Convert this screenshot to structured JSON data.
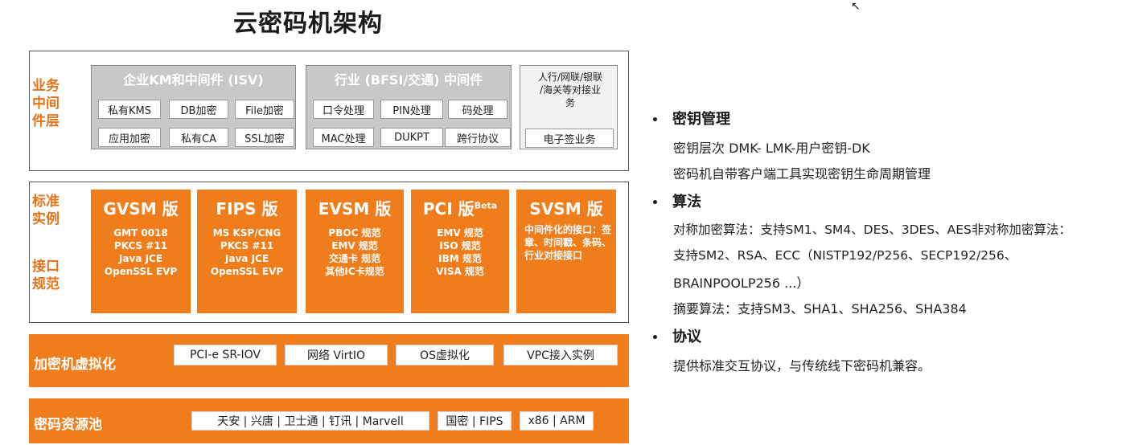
{
  "title": "云密码机架构",
  "middleware_layer": {
    "label_lines": [
      "业务",
      "中间",
      "件层"
    ],
    "groups": [
      {
        "title": "企业KM和中间件 (ISV)",
        "chips": [
          "私有KMS",
          "DB加密",
          "File加密",
          "应用加密",
          "私有CA",
          "SSL加密"
        ]
      },
      {
        "title": "行业 (BFSI/交通) 中间件",
        "chips": [
          "口令处理",
          "PIN处理",
          "码处理",
          "MAC处理",
          "DUKPT",
          "跨行协议"
        ]
      },
      {
        "title_lines": [
          "人行/网联/银联",
          "/海关等对接业",
          "务"
        ],
        "chip": "电子签业务"
      }
    ]
  },
  "standard_layer": {
    "label_top": [
      "标准",
      "实例"
    ],
    "label_bottom": [
      "接口",
      "规范"
    ],
    "versions": [
      {
        "title": "GVSM 版",
        "lines": [
          "GMT 0018",
          "PKCS #11",
          "Java JCE",
          "OpenSSL EVP"
        ]
      },
      {
        "title": "FIPS 版",
        "lines": [
          "MS KSP/CNG",
          "PKCS #11",
          "Java JCE",
          "OpenSSL EVP"
        ]
      },
      {
        "title": "EVSM 版",
        "lines": [
          "PBOC 规范",
          "EMV 规范",
          "交通卡 规范",
          "其他IC卡规范"
        ]
      },
      {
        "title": "PCI 版",
        "sup": "Beta",
        "lines": [
          "EMV 规范",
          "ISO 规范",
          "IBM 规范",
          "VISA 规范"
        ]
      },
      {
        "title": "SVSM 版",
        "text": "中间件化的接口：签章、时间戳、条码、行业对接接口"
      }
    ]
  },
  "virtualization": {
    "label": "加密机虚拟化",
    "chips": [
      "PCI-e SR-IOV",
      "网络 VirtIO",
      "OS虚拟化",
      "VPC接入实例"
    ]
  },
  "resource_pool": {
    "label": "密码资源池",
    "chips": [
      "天安 | 兴唐 | 卫士通 | 钉讯 | Marvell",
      "国密 | FIPS",
      "x86 | ARM"
    ]
  },
  "features": {
    "key_mgmt": {
      "heading": "密钥管理",
      "lines": [
        "密钥层次 DMK- LMK-用户密钥-DK",
        "密码机自带客户端工具实现密钥生命周期管理"
      ]
    },
    "algorithms": {
      "heading": "算法",
      "lines": [
        "对称加密算法：支持SM1、SM4、DES、3DES、AES非对称加密算法：",
        "支持SM2、RSA、ECC（NISTP192/P256、SECP192/256、",
        "BRAINPOOLP256 ...）",
        "摘要算法：支持SM3、SHA1、SHA256、SHA384"
      ]
    },
    "protocol": {
      "heading": "协议",
      "lines": [
        "提供标准交互协议，与传统线下密码机兼容。"
      ]
    }
  },
  "colors": {
    "accent": "#f07d1c",
    "gray_group": "#c8c8c8"
  },
  "icons": {
    "cursor": "mouse-pointer-icon"
  }
}
